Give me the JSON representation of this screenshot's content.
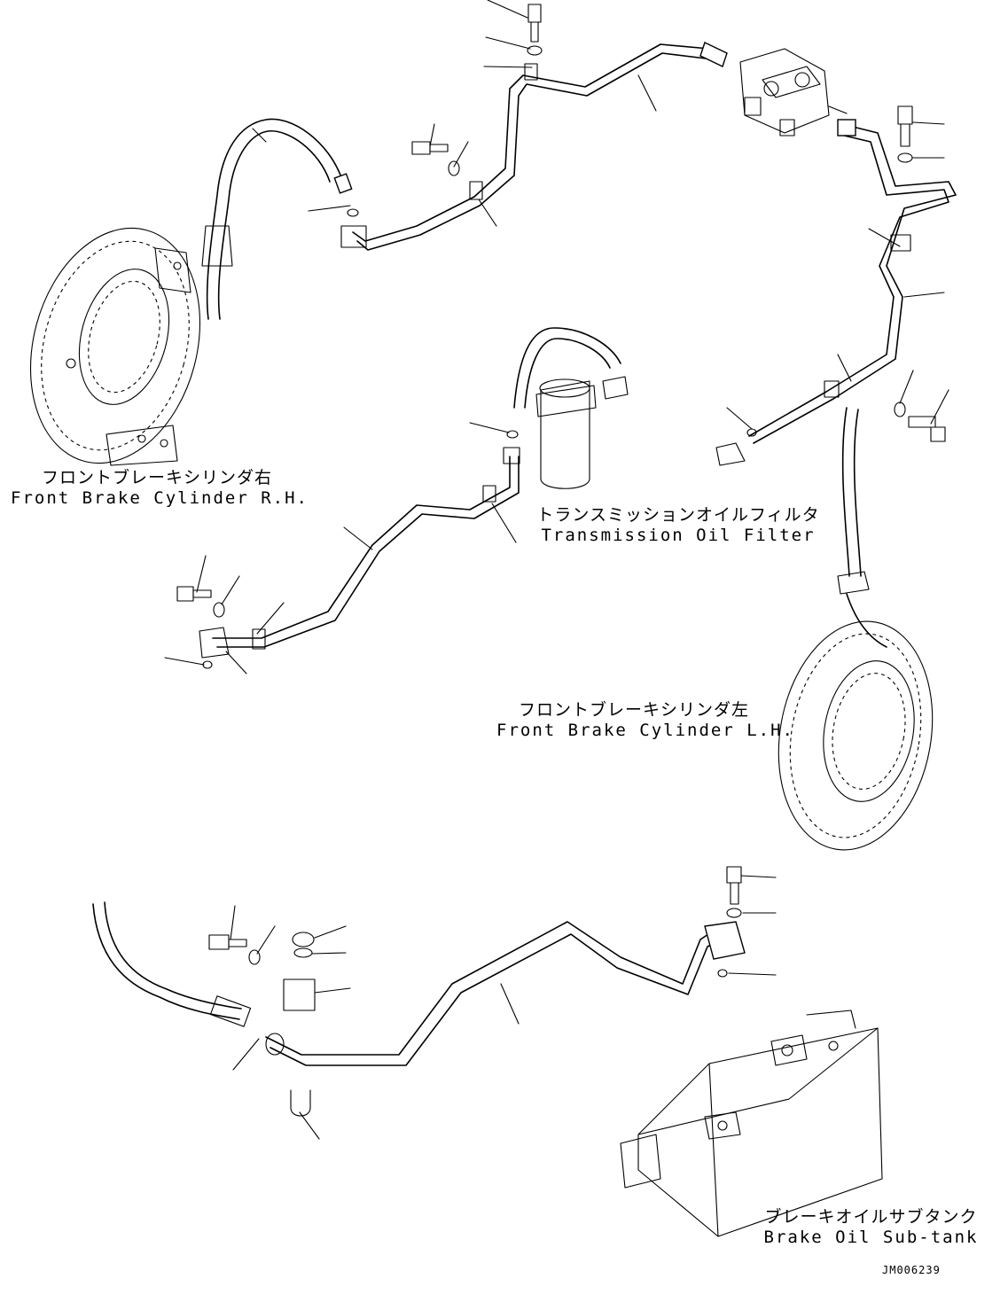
{
  "labels": {
    "front_brake_rh": {
      "jp": "フロントブレーキシリンダ右",
      "en": "Front Brake Cylinder R.H."
    },
    "transmission_filter": {
      "jp": "トランスミッションオイルフィルタ",
      "en": "Transmission Oil Filter"
    },
    "front_brake_lh": {
      "jp": "フロントブレーキシリンダ左",
      "en": "Front Brake Cylinder L.H."
    },
    "brake_sub_tank": {
      "jp": "ブレーキオイルサブタンク",
      "en": "Brake Oil Sub-tank"
    }
  },
  "drawing_id": "JM006239"
}
